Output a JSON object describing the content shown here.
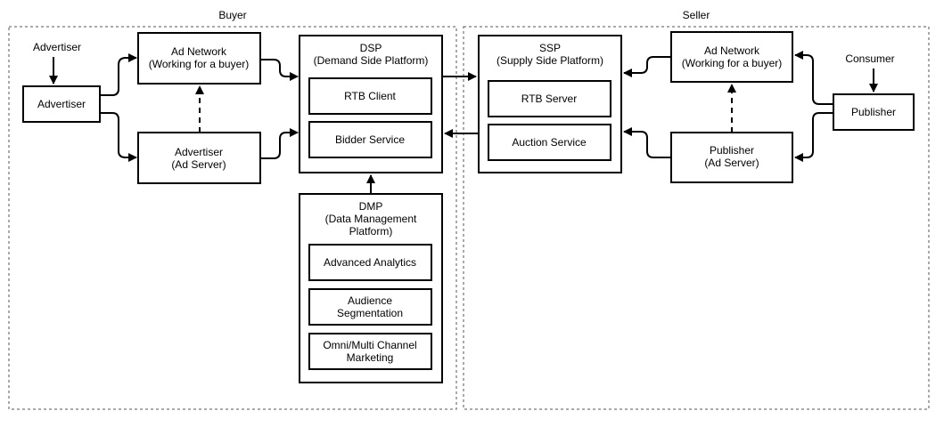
{
  "zones": {
    "buyer": "Buyer",
    "seller": "Seller"
  },
  "actors": {
    "advertiser": "Advertiser",
    "consumer": "Consumer"
  },
  "buyer": {
    "advertiser_box": "Advertiser",
    "ad_network": {
      "line1": "Ad Network",
      "line2": "(Working for a buyer)"
    },
    "ad_server": {
      "line1": "Advertiser",
      "line2": "(Ad Server)"
    },
    "dsp": {
      "line1": "DSP",
      "line2": "(Demand Side Platform)",
      "rtb_client": "RTB Client",
      "bidder_service": "Bidder Service"
    },
    "dmp": {
      "line1": "DMP",
      "line2": "(Data Management",
      "line3": "Platform)",
      "advanced_analytics": "Advanced Analytics",
      "audience_segmentation": {
        "line1": "Audience",
        "line2": "Segmentation"
      },
      "omni_channel": {
        "line1": "Omni/Multi Channel",
        "line2": "Marketing"
      }
    }
  },
  "seller": {
    "ssp": {
      "line1": "SSP",
      "line2": "(Supply Side Platform)",
      "rtb_server": "RTB Server",
      "auction_service": "Auction Service"
    },
    "ad_network": {
      "line1": "Ad Network",
      "line2": "(Working for a buyer)"
    },
    "publisher_ad_server": {
      "line1": "Publisher",
      "line2": "(Ad Server)"
    },
    "publisher_box": "Publisher"
  }
}
